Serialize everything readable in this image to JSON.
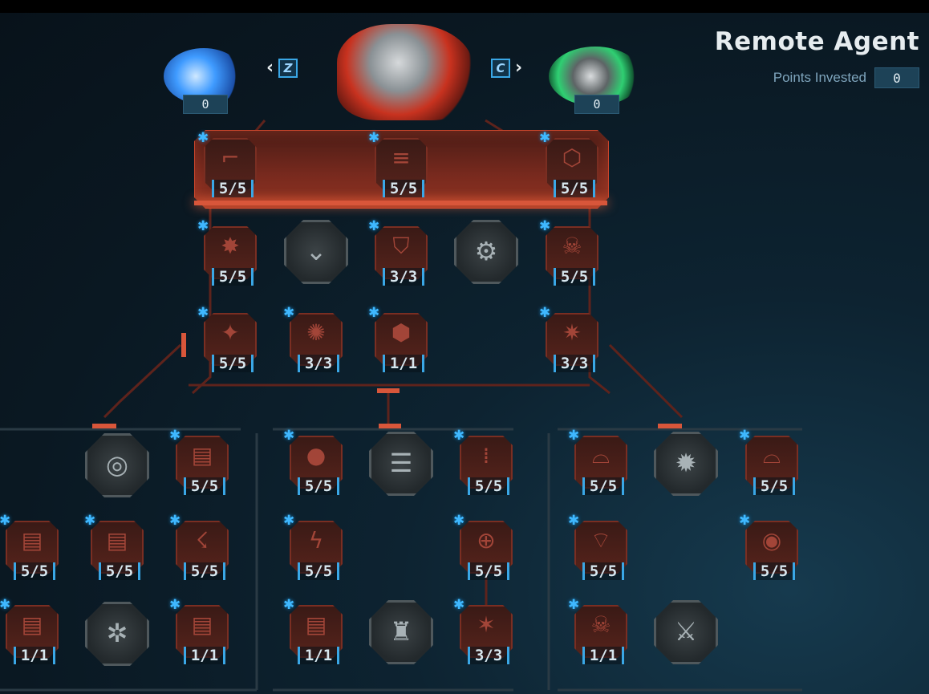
{
  "class_title": "Remote Agent",
  "points_label": "Points Invested",
  "points_value": "0",
  "nav": {
    "prev_key": "Z",
    "next_key": "C",
    "prev_icon": "chevron-left-icon",
    "next_icon": "chevron-right-icon"
  },
  "characters": [
    {
      "name": "left-character",
      "count": "0",
      "accent": "#2f8cff"
    },
    {
      "name": "center-character",
      "count": "",
      "accent": "#e0392a"
    },
    {
      "name": "right-character",
      "count": "0",
      "accent": "#35d37a"
    }
  ],
  "skills": [
    {
      "id": "pistol",
      "level": "5/5",
      "icon": "pistol-icon"
    },
    {
      "id": "ammo",
      "level": "5/5",
      "icon": "ammo-icon"
    },
    {
      "id": "canister",
      "level": "5/5",
      "icon": "canister-icon"
    },
    {
      "id": "impact",
      "level": "5/5",
      "icon": "impact-icon"
    },
    {
      "id": "shield-a",
      "level": "3/3",
      "icon": "shield-icon"
    },
    {
      "id": "skull-shield",
      "level": "5/5",
      "icon": "skull-shield-icon"
    },
    {
      "id": "wing-badge",
      "level": "5/5",
      "icon": "wing-badge-icon"
    },
    {
      "id": "explosion",
      "level": "3/3",
      "icon": "explosion-icon"
    },
    {
      "id": "beetle",
      "level": "1/1",
      "icon": "beetle-icon"
    },
    {
      "id": "star-badge",
      "level": "3/3",
      "icon": "star-badge-icon"
    },
    {
      "id": "turret-a",
      "level": "5/5",
      "icon": "turret-icon"
    },
    {
      "id": "grenade",
      "level": "5/5",
      "icon": "grenade-icon"
    },
    {
      "id": "bullets",
      "level": "5/5",
      "icon": "bullets-icon"
    },
    {
      "id": "crest-a",
      "level": "5/5",
      "icon": "crest-icon"
    },
    {
      "id": "crest-b",
      "level": "5/5",
      "icon": "crest-icon"
    },
    {
      "id": "turret-b",
      "level": "5/5",
      "icon": "turret-icon"
    },
    {
      "id": "turret-c",
      "level": "5/5",
      "icon": "turret-icon"
    },
    {
      "id": "runner",
      "level": "5/5",
      "icon": "runner-icon"
    },
    {
      "id": "lightning",
      "level": "5/5",
      "icon": "lightning-icon"
    },
    {
      "id": "target",
      "level": "5/5",
      "icon": "target-icon"
    },
    {
      "id": "wing-crest",
      "level": "5/5",
      "icon": "wing-crest-icon"
    },
    {
      "id": "eye-crest",
      "level": "5/5",
      "icon": "eye-crest-icon"
    },
    {
      "id": "turret-d",
      "level": "1/1",
      "icon": "turret-icon"
    },
    {
      "id": "turret-e",
      "level": "1/1",
      "icon": "turret-icon"
    },
    {
      "id": "turret-f",
      "level": "1/1",
      "icon": "turret-icon"
    },
    {
      "id": "burst",
      "level": "3/3",
      "icon": "burst-icon"
    },
    {
      "id": "winged-skull",
      "level": "1/1",
      "icon": "winged-skull-icon"
    }
  ],
  "keystones": [
    {
      "id": "chevron-keystone",
      "icon": "chevron-emblem-icon"
    },
    {
      "id": "gear-keystone",
      "icon": "gear-emblem-icon"
    },
    {
      "id": "tornado-keystone",
      "icon": "tornado-icon"
    },
    {
      "id": "minigun-keystone",
      "icon": "minigun-icon"
    },
    {
      "id": "blast-keystone",
      "icon": "blast-icon"
    },
    {
      "id": "spider-keystone",
      "icon": "spider-icon"
    },
    {
      "id": "robot-keystone",
      "icon": "robot-icon"
    },
    {
      "id": "mech-keystone",
      "icon": "mech-icon"
    }
  ]
}
